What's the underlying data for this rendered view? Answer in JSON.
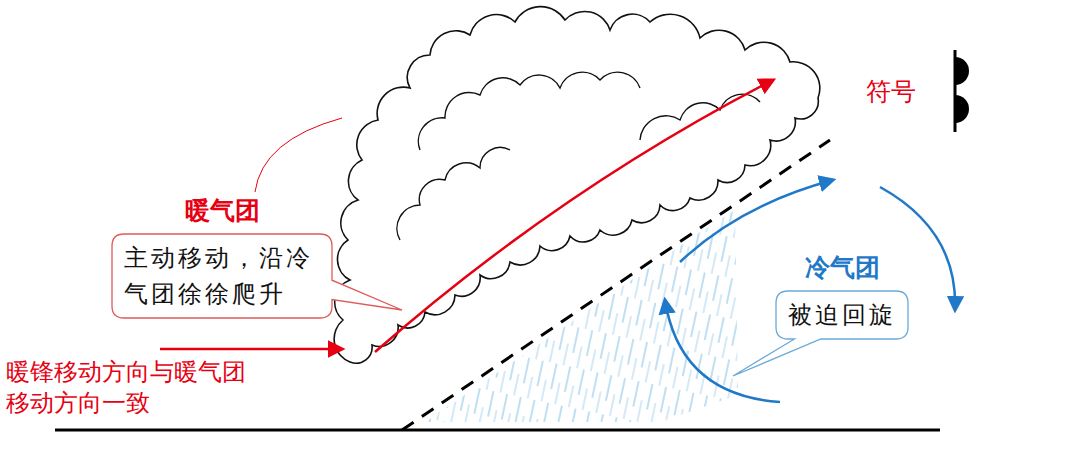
{
  "diagram": {
    "nodes": [
      {
        "text": [
          "暖气团",
          "主动移动，沿冷气团徐徐爬升"
        ]
      },
      {
        "text": [
          "冷气团",
          "被迫回旋"
        ]
      }
    ],
    "labels": [
      "符号",
      "暖锋移动方向与暖气团移动方向一致"
    ]
  }
}
